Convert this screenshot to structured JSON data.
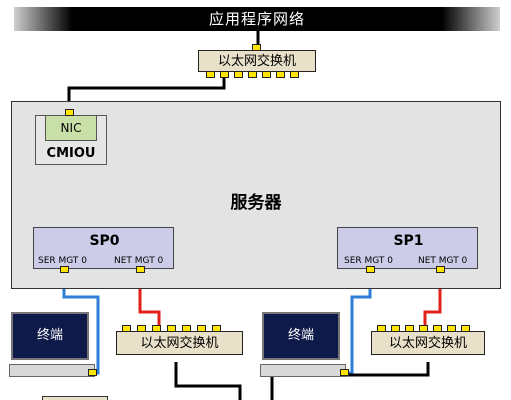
{
  "network": {
    "label": "应用程序网络"
  },
  "top_switch": {
    "label": "以太网交换机"
  },
  "server": {
    "label": "服务器",
    "cmiou": {
      "nic_label": "NIC",
      "label": "CMIOU"
    },
    "sp0": {
      "title": "SP0",
      "ser_port": "SER MGT 0",
      "net_port": "NET MGT 0"
    },
    "sp1": {
      "title": "SP1",
      "ser_port": "SER MGT 0",
      "net_port": "NET MGT 0"
    }
  },
  "left_terminal": {
    "label": "终端"
  },
  "right_terminal": {
    "label": "终端"
  },
  "left_switch": {
    "label": "以太网交换机"
  },
  "right_switch": {
    "label": "以太网交换机"
  },
  "colors": {
    "serial_cable": "#2e7dd6",
    "net_cable": "#e0201b",
    "network_cable": "#000000",
    "port": "#ffe600"
  }
}
